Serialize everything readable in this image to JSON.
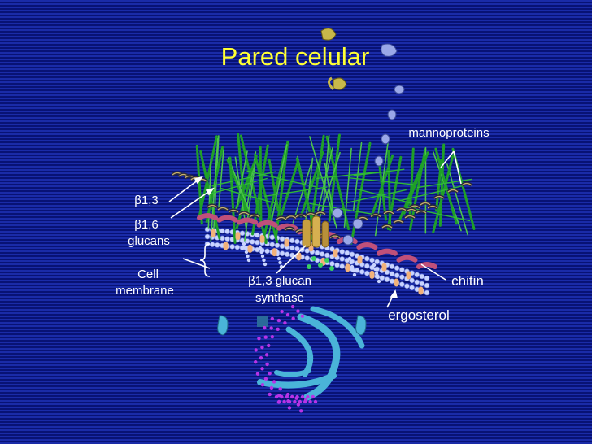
{
  "title": "Pared celular",
  "labels": {
    "beta13": "β1,3",
    "beta16": "β1,6",
    "glucans": "glucans",
    "cell": "Cell",
    "membrane": "membrane",
    "synthase_line1": "β1,3 glucan",
    "synthase_line2": "synthase",
    "mannoproteins": "mannoproteins",
    "chitin": "chitin",
    "ergosterol": "ergosterol"
  },
  "colors": {
    "background": "#0b1a8c",
    "title": "#ffff33",
    "label": "#ffffff",
    "glucan_fibers": "#1fa028",
    "membrane_beads": "#c9d4ff",
    "chitin": "#c0507a",
    "ergosterol": "#f2b27a",
    "synthase": "#c8a040",
    "vesicle_dots": "#b833e6",
    "golgi": "#4ab4d8"
  }
}
